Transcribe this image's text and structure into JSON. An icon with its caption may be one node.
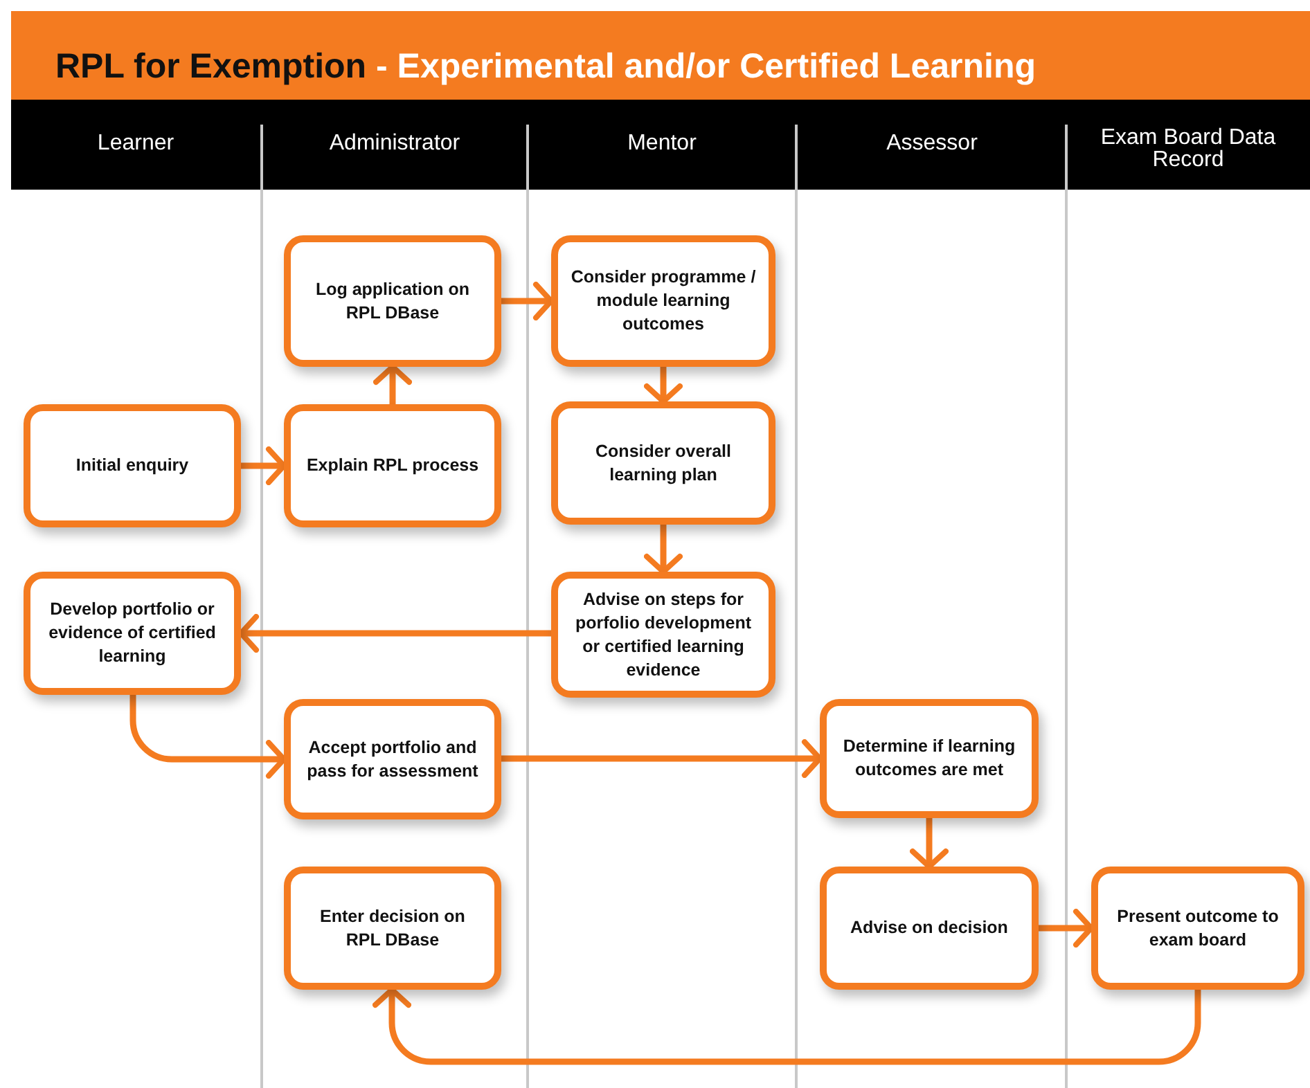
{
  "diagram": {
    "title": "RPL for Exemption",
    "nodes": [
      {
        "text": [
          "Log application on RPL DBase"
        ]
      },
      {
        "text": [
          "Consider programme / module learning outcomes"
        ]
      },
      {
        "text": [
          "Initial enquiry"
        ]
      },
      {
        "text": [
          "Explain RPL process"
        ]
      },
      {
        "text": [
          "Consider overall learning plan"
        ]
      },
      {
        "text": [
          "Develop portfolio or evidence of certified learning"
        ]
      },
      {
        "text": [
          "Advise on steps for porfolio development or certified learning evidence"
        ]
      },
      {
        "text": [
          "Accept portfolio and pass for assessment"
        ]
      },
      {
        "text": [
          "Determine if learning outcomes are met"
        ]
      },
      {
        "text": [
          "Enter decision on RPL DBase"
        ]
      },
      {
        "text": [
          "Advise on decision"
        ]
      },
      {
        "text": [
          "Present outcome to exam board"
        ]
      }
    ],
    "edges": [
      {
        "from": 2,
        "to": 3,
        "arrow": "to"
      },
      {
        "from": 3,
        "to": 0,
        "arrow": "to"
      },
      {
        "from": 0,
        "to": 1,
        "arrow": "to"
      },
      {
        "from": 1,
        "to": 4,
        "arrow": "to"
      },
      {
        "from": 4,
        "to": 6,
        "arrow": "to"
      },
      {
        "from": 6,
        "to": 5,
        "arrow": "to"
      },
      {
        "from": 5,
        "to": 7,
        "arrow": "to"
      },
      {
        "from": 7,
        "to": 8,
        "arrow": "to"
      },
      {
        "from": 8,
        "to": 10,
        "arrow": "to"
      },
      {
        "from": 10,
        "to": 11,
        "arrow": "to"
      },
      {
        "from": 11,
        "to": 9,
        "arrow": "to"
      }
    ],
    "labels": [
      "- Experimental and/or Certified Learning",
      "Learner",
      "Administrator",
      "Mentor",
      "Assessor",
      "Exam Board Data Record"
    ]
  }
}
